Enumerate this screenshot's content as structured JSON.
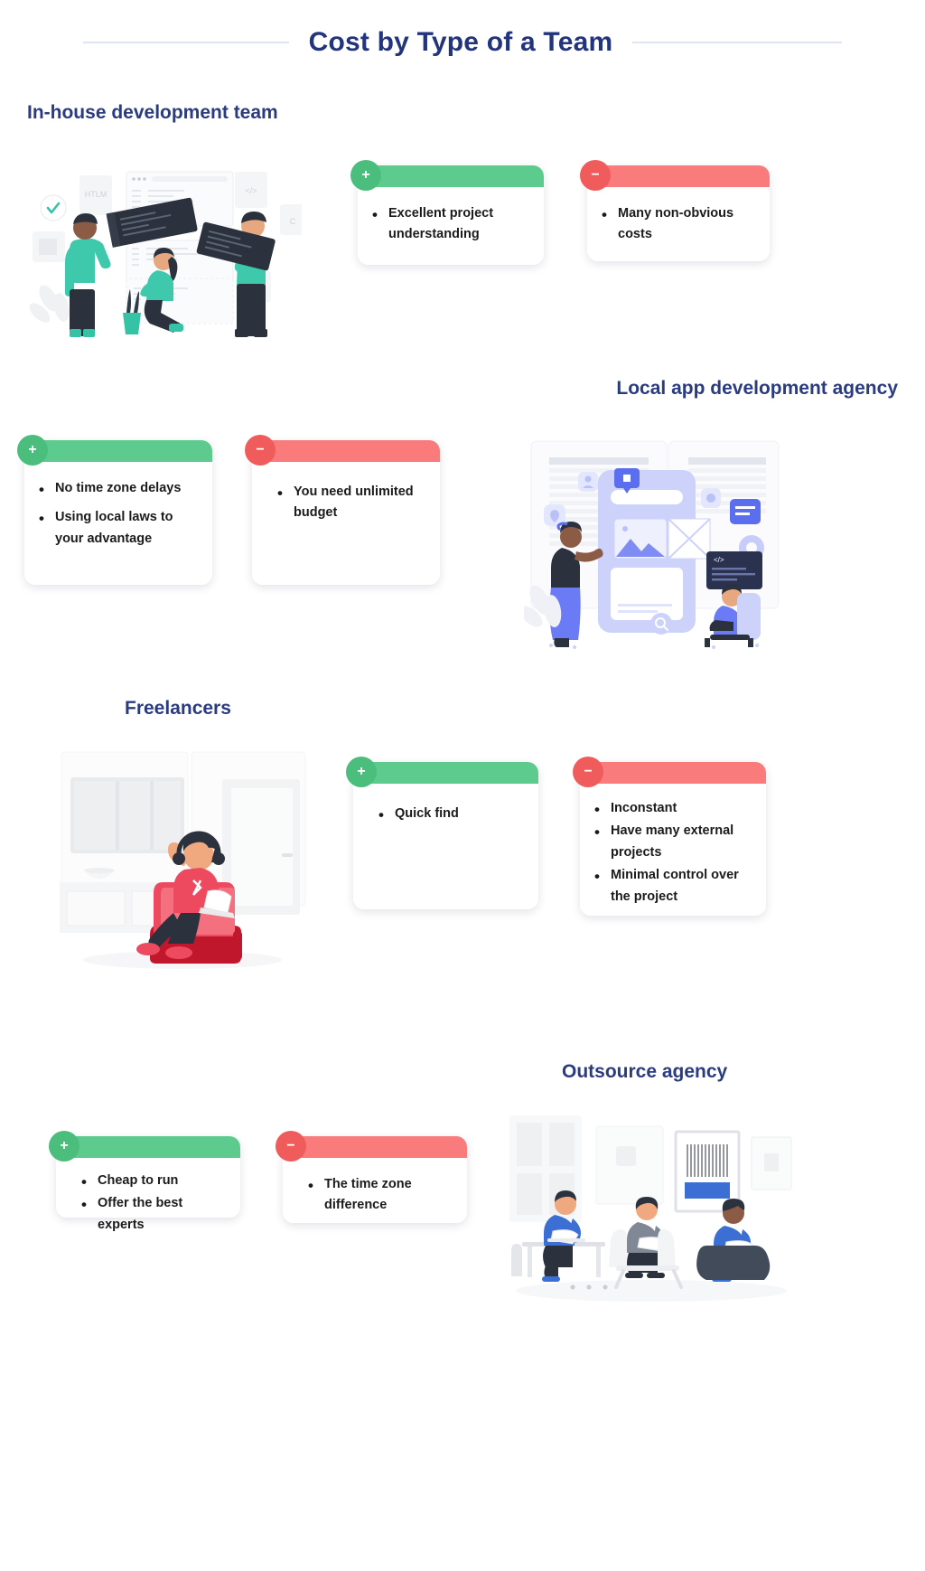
{
  "header": {
    "title": "Cost by Type of a Team"
  },
  "colors": {
    "title_navy": "#22357c",
    "heading_navy": "#2a3b80",
    "pro_green": "#5ecb8e",
    "pro_badge_green": "#4bbd7c",
    "con_red": "#f97b7b",
    "con_badge_red": "#f05b5b",
    "rule": "#dfe4f2",
    "card_bg": "#ffffff",
    "page_bg": "#ffffff",
    "text": "#1b1b1b"
  },
  "badges": {
    "pro": "+",
    "con": "−"
  },
  "sections": [
    {
      "id": "in-house",
      "heading": "In-house development team",
      "illustration": "in-house-team-illustration",
      "pros": [
        "Excellent project understanding"
      ],
      "cons": [
        "Many non-obvious costs"
      ]
    },
    {
      "id": "local-agency",
      "heading": "Local app  development agency",
      "illustration": "local-agency-illustration",
      "pros": [
        "No time zone delays",
        "Using local laws to your advantage"
      ],
      "cons": [
        "You need unlimited budget"
      ]
    },
    {
      "id": "freelancers",
      "heading": "Freelancers",
      "illustration": "freelancer-illustration",
      "pros": [
        "Quick find"
      ],
      "cons": [
        "Inconstant",
        " Have many external projects",
        "Minimal control over the project"
      ]
    },
    {
      "id": "outsource",
      "heading": "Outsource agency",
      "illustration": "outsource-agency-illustration",
      "pros": [
        "Cheap to run",
        "Offer the best experts"
      ],
      "cons": [
        "The time zone difference"
      ]
    }
  ]
}
